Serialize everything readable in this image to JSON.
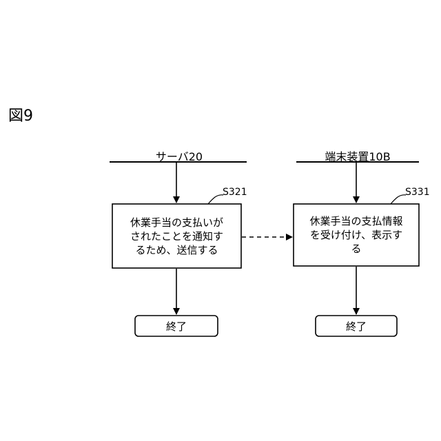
{
  "figure": {
    "label": "図9"
  },
  "lanes": [
    {
      "title": "サーバ20",
      "step_id": "S321",
      "process_lines": [
        "休業手当の支払いが",
        "されたことを通知す",
        "るため、送信する"
      ],
      "end_label": "終了"
    },
    {
      "title": "端末装置10B",
      "step_id": "S331",
      "process_lines": [
        "休業手当の支払情報",
        "を受け付け、表示す",
        "る"
      ],
      "end_label": "終了"
    }
  ]
}
